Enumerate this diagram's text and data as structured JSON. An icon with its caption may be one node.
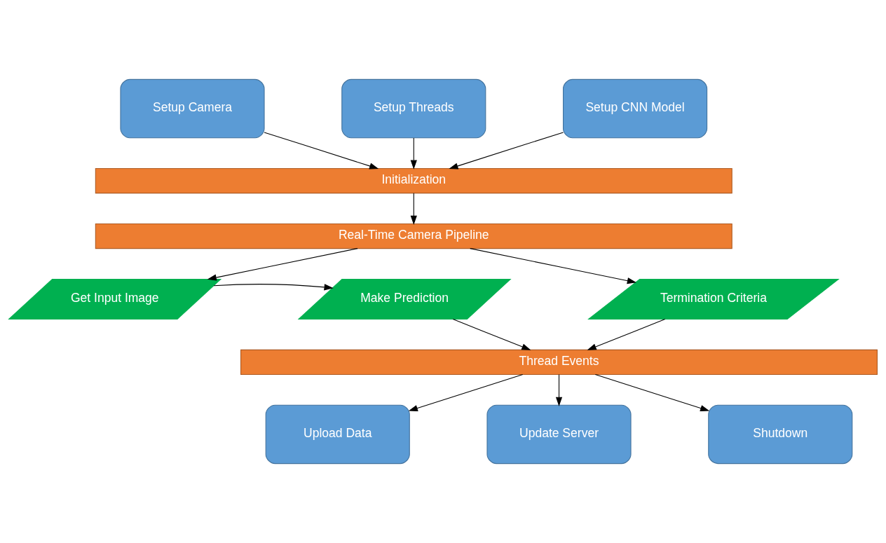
{
  "diagram": {
    "nodes": [
      {
        "text": [
          "Setup Camera"
        ]
      },
      {
        "text": [
          "Setup Threads"
        ]
      },
      {
        "text": [
          "Setup CNN Model"
        ]
      },
      {
        "text": [
          "Initialization"
        ]
      },
      {
        "text": [
          "Real-Time Camera Pipeline"
        ]
      },
      {
        "text": [
          "Get Input Image"
        ]
      },
      {
        "text": [
          "Make Prediction"
        ]
      },
      {
        "text": [
          "Termination Criteria"
        ]
      },
      {
        "text": [
          "Thread Events"
        ]
      },
      {
        "text": [
          "Upload Data"
        ]
      },
      {
        "text": [
          "Update Server"
        ]
      },
      {
        "text": [
          "Shutdown"
        ]
      }
    ],
    "edges": [
      {
        "from": 0,
        "to": 3,
        "arrow": "to"
      },
      {
        "from": 1,
        "to": 3,
        "arrow": "to"
      },
      {
        "from": 2,
        "to": 3,
        "arrow": "to"
      },
      {
        "from": 3,
        "to": 4,
        "arrow": "to"
      },
      {
        "from": 4,
        "to": 5,
        "arrow": "to"
      },
      {
        "from": 4,
        "to": 7,
        "arrow": "to"
      },
      {
        "from": 5,
        "to": 6,
        "arrow": "to"
      },
      {
        "from": 6,
        "to": 8,
        "arrow": "to"
      },
      {
        "from": 7,
        "to": 8,
        "arrow": "to"
      },
      {
        "from": 8,
        "to": 9,
        "arrow": "to"
      },
      {
        "from": 8,
        "to": 10,
        "arrow": "to"
      },
      {
        "from": 8,
        "to": 11,
        "arrow": "to"
      }
    ]
  }
}
